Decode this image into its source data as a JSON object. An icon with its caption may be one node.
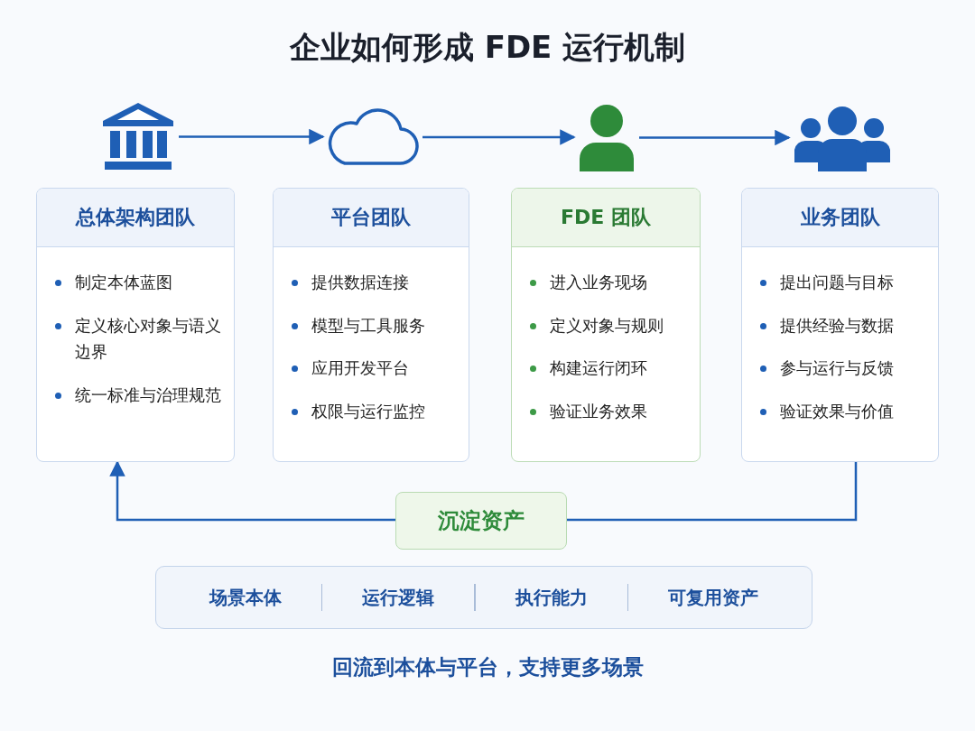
{
  "diagram": {
    "title": "企业如何形成 FDE 运行机制",
    "nodes": [
      {
        "text": [],
        "shape": "building"
      },
      {
        "text": [],
        "shape": "cloud"
      },
      {
        "text": [],
        "shape": "person"
      },
      {
        "text": [],
        "shape": "group"
      },
      {
        "text": [
          "总体架构团队",
          "制定本体蓝图",
          "定义核心对象与语义边界",
          "统一标准与治理规范"
        ]
      },
      {
        "text": [
          "平台团队",
          "提供数据连接",
          "模型与工具服务",
          "应用开发平台",
          "权限与运行监控"
        ]
      },
      {
        "text": [
          "FDE 团队",
          "进入业务现场",
          "定义对象与规则",
          "构建运行闭环",
          "验证业务效果"
        ]
      },
      {
        "text": [
          "业务团队",
          "提出问题与目标",
          "提供经验与数据",
          "参与运行与反馈",
          "验证效果与价值"
        ]
      },
      {
        "text": [
          "沉淀资产"
        ]
      },
      {
        "text": [
          "场景本体",
          "运行逻辑",
          "执行能力",
          "可复用资产"
        ]
      }
    ],
    "edges": [
      {
        "from": 0,
        "to": 1,
        "arrow": "to"
      },
      {
        "from": 1,
        "to": 2,
        "arrow": "to"
      },
      {
        "from": 2,
        "to": 3,
        "arrow": "to"
      },
      {
        "from": 7,
        "to": 8,
        "arrow": "none"
      },
      {
        "from": 8,
        "to": 4,
        "arrow": "to"
      }
    ],
    "labels": [
      "回流到本体与平台，支持更多场景"
    ]
  }
}
